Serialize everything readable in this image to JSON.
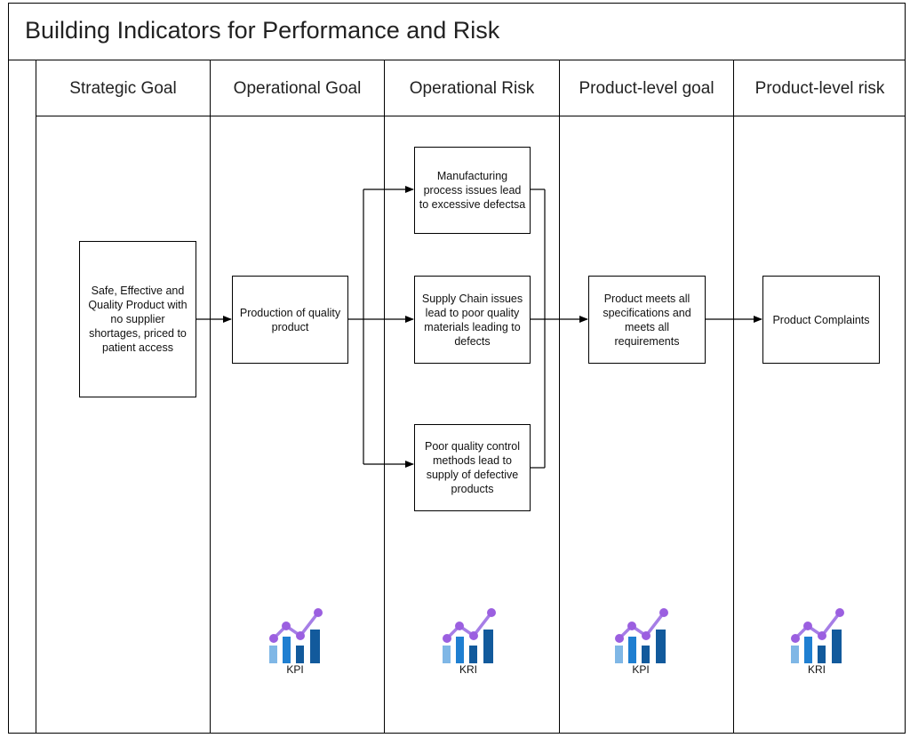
{
  "title": "Building Indicators for Performance and Risk",
  "lanes": [
    {
      "title": "Strategic Goal"
    },
    {
      "title": "Operational Goal"
    },
    {
      "title": "Operational Risk"
    },
    {
      "title": "Product-level goal"
    },
    {
      "title": "Product-level risk"
    }
  ],
  "boxes": {
    "strategic_goal": "Safe, Effective and Quality Product with no supplier shortages, priced to patient access",
    "operational_goal": "Production of quality product",
    "risk_manufacturing": "Manufacturing process issues lead to excessive defectsa",
    "risk_supply_chain": "Supply Chain issues lead to poor quality materials leading to defects",
    "risk_quality_control": "Poor quality control methods lead to supply of defective products",
    "product_goal": "Product meets all specifications and meets all requirements",
    "product_risk": "Product Complaints"
  },
  "indicators": [
    {
      "label": "KPI",
      "lane": "Operational Goal"
    },
    {
      "label": "KRI",
      "lane": "Operational Risk"
    },
    {
      "label": "KPI",
      "lane": "Product-level goal"
    },
    {
      "label": "KRI",
      "lane": "Product-level risk"
    }
  ],
  "colors": {
    "line": "#000000",
    "bar_light": "#7fb7e6",
    "bar_mid": "#1f7fd1",
    "bar_dark": "#125a9c",
    "trend": "#a67ee6",
    "node": "#9b5fe0"
  }
}
